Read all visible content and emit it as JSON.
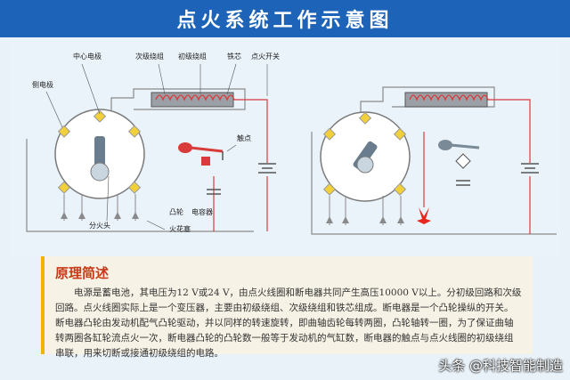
{
  "title": "点火系统工作示意图",
  "labels": {
    "center_electrode": "中心电极",
    "secondary_winding": "次级绕组",
    "primary_winding": "初级绕组",
    "iron_core": "铁芯",
    "ignition_switch": "点火开关",
    "side_electrode": "侧电极",
    "contact": "触点",
    "distributor": "分火头",
    "cam": "凸轮",
    "capacitor": "电容器",
    "spark_plug": "火花塞"
  },
  "description": {
    "heading": "原理简述",
    "body": "电源是蓄电池，其电压为12 V或24 V，由点火线圈和断电器共同产生高压10000 V以上。分初级回路和次级回路。点火线圈实际上是一个变压器，主要由初级绕组、次级绕组和铁芯组成。断电器是一个凸轮操纵的开关。断电器凸轮由发动机配气凸轮驱动，并以同样的转速旋转，即曲轴齿轮每转两圈，凸轮轴转一圈，为了保证曲轴转两圈各缸轮流点火一次，断电器凸轮的凸轮数一般等于发动机的气缸数，断电器的触点与点火线圈的初级绕组串联，用来切断或接通初级绕组的电路。"
  },
  "watermark": "头条 @科技智能制造",
  "colors": {
    "title_bg": "#1d63b8",
    "primary_wire": "#d93a3a",
    "secondary_wire": "#8a8a8a",
    "electrode": "#f2d03a",
    "spark": "#e8261c",
    "heading": "#c53a17"
  }
}
